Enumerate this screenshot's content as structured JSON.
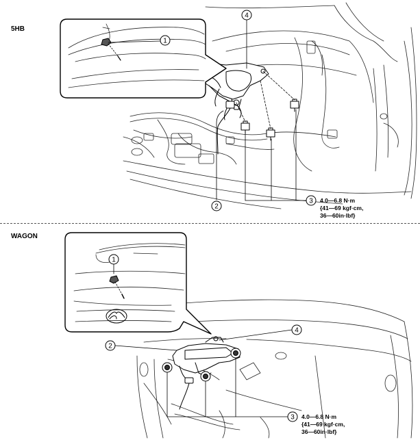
{
  "sections": [
    {
      "id": "5hb",
      "title": "5HB",
      "callouts": [
        {
          "num": "1"
        },
        {
          "num": "2"
        },
        {
          "num": "3"
        },
        {
          "num": "4"
        }
      ],
      "torque": {
        "line1": "4.0—6.8 N·m",
        "line2": "{41—69 kgf·cm,",
        "line3": "36—60in·lbf}"
      }
    },
    {
      "id": "wagon",
      "title": "WAGON",
      "callouts": [
        {
          "num": "1"
        },
        {
          "num": "2"
        },
        {
          "num": "3"
        },
        {
          "num": "4"
        }
      ],
      "torque": {
        "line1": "4.0—6.8 N·m",
        "line2": "{41—69 kgf·cm,",
        "line3": "36—60in·lbf}"
      }
    }
  ]
}
